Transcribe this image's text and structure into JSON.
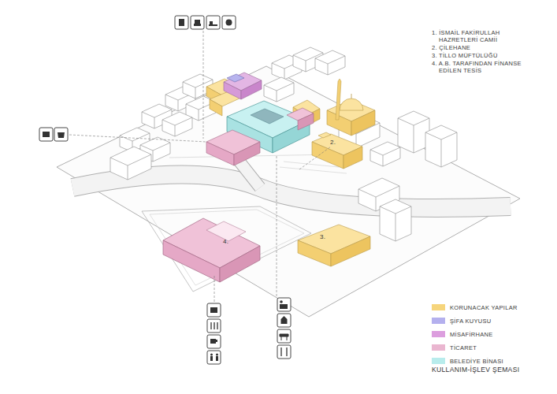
{
  "diagram": {
    "caption": "KULLANIM-İŞLEV ŞEMASI",
    "labels": [
      "1. İSMAİL FAKİRULLAH HAZRETLERİ CAMİİ",
      "2. ÇİLEHANE",
      "3. TİLLO MÜFTÜLÜĞÜ",
      "4. A.B. TARAFINDAN FİNANSE EDİLEN TESİS",
      "2.",
      "3.",
      "4."
    ],
    "legend": [
      {
        "text": "KORUNACAK YAPILAR",
        "color": "#f6d57c"
      },
      {
        "text": "ŞİFA KUYUSU",
        "color": "#b4b0ee"
      },
      {
        "text": "MİSAFİRHANE",
        "color": "#dc9ede"
      },
      {
        "text": "TİCARET",
        "color": "#eab6d0"
      },
      {
        "text": "BELEDİYE BİNASI",
        "color": "#b8ecec"
      }
    ]
  }
}
